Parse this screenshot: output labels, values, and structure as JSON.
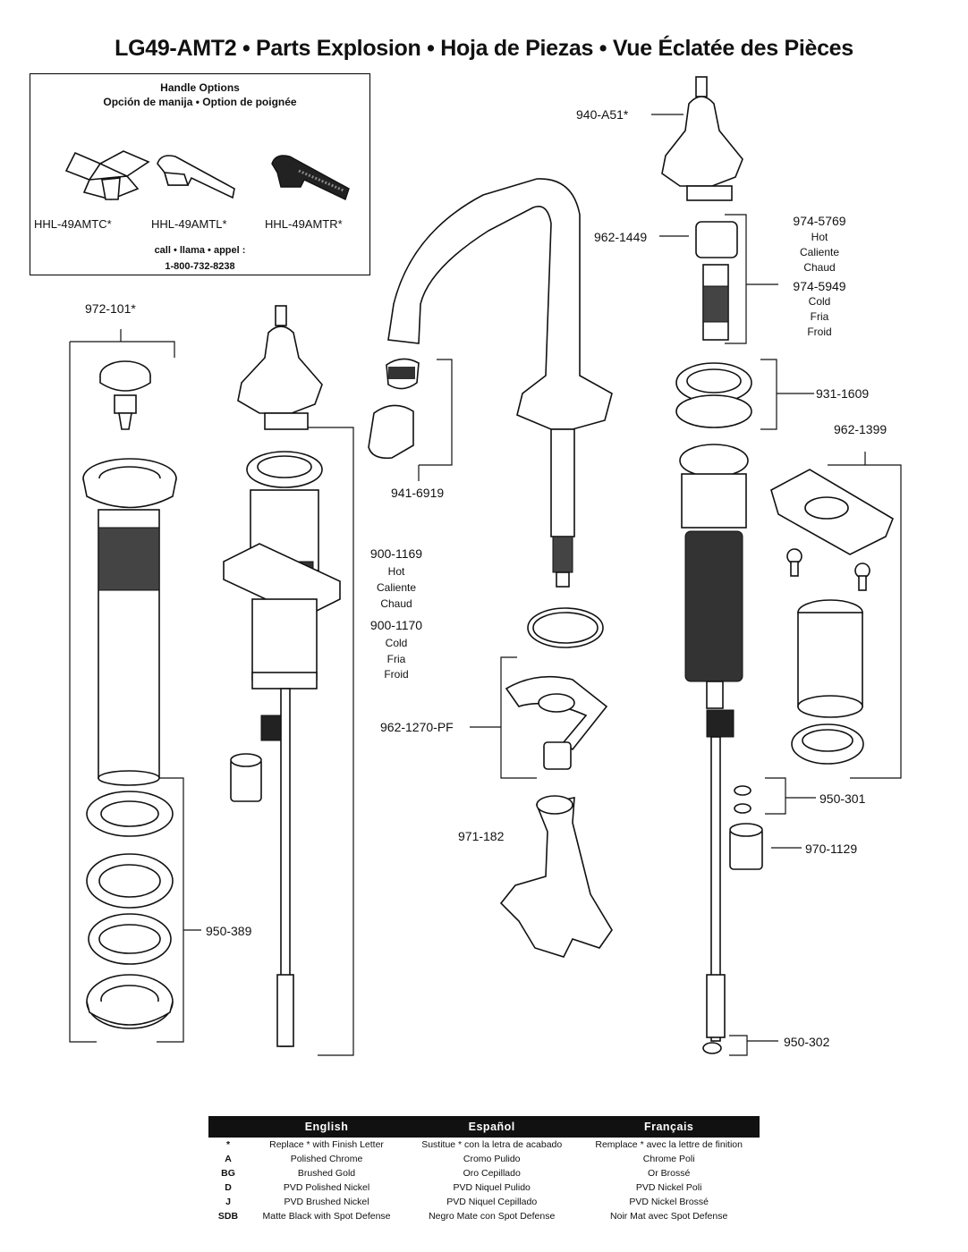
{
  "title": "LG49-AMT2 • Parts Explosion • Hoja de Piezas • Vue Éclatée des Pièces",
  "handle_options": {
    "title": "Handle Options",
    "subtitle": "Opción de manija • Option de poignée",
    "models": [
      "HHL-49AMTC*",
      "HHL-49AMTL*",
      "HHL-49AMTR*"
    ],
    "call": "call • llama • appel :",
    "phone": "1-800-732-8238"
  },
  "parts": {
    "p940": "940-A51*",
    "p962_1449": "962-1449",
    "p974_5769": "974-5769",
    "hot": "Hot",
    "caliente": "Caliente",
    "chaud": "Chaud",
    "p974_5949": "974-5949",
    "cold": "Cold",
    "fria": "Fria",
    "froid": "Froid",
    "p972": "972-101*",
    "p931": "931-1609",
    "p962_1399": "962-1399",
    "p941": "941-6919",
    "p900_1169": "900-1169",
    "p900_1170": "900-1170",
    "p962_1270": "962-1270-PF",
    "p950_301": "950-301",
    "p971": "971-182",
    "p970": "970-1129",
    "p950_389": "950-389",
    "p950_302": "950-302"
  },
  "legend": {
    "headers": [
      "",
      "English",
      "Español",
      "Français"
    ],
    "rows": [
      [
        "*",
        "Replace * with Finish Letter",
        "Sustitue * con la letra de acabado",
        "Remplace * avec la lettre de finition"
      ],
      [
        "A",
        "Polished Chrome",
        "Cromo Pulido",
        "Chrome Poli"
      ],
      [
        "BG",
        "Brushed Gold",
        "Oro Cepillado",
        "Or Brossé"
      ],
      [
        "D",
        "PVD Polished Nickel",
        "PVD Niquel Pulido",
        "PVD Nickel Poli"
      ],
      [
        "J",
        "PVD Brushed Nickel",
        "PVD Niquel Cepillado",
        "PVD Nickel Brossé"
      ],
      [
        "SDB",
        "Matte Black with Spot Defense",
        "Negro Mate con Spot Defense",
        "Noir Mat avec Spot Defense"
      ]
    ]
  }
}
